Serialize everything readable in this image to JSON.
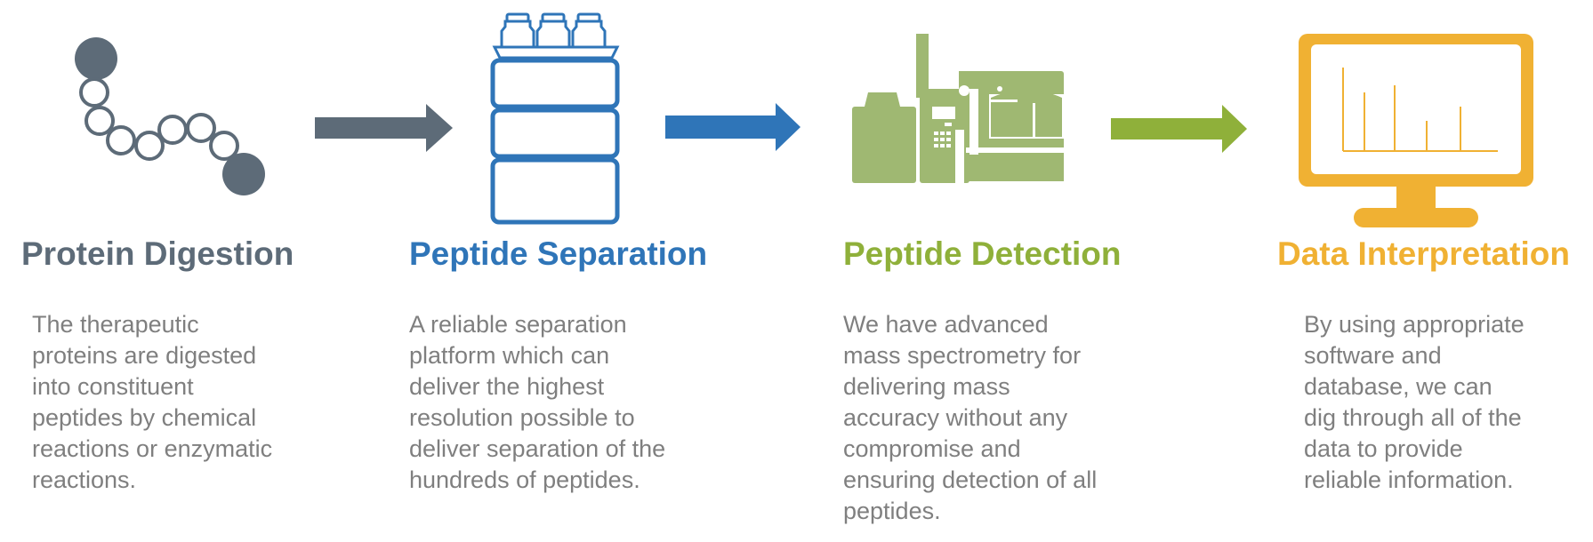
{
  "colors": {
    "digestion": "#5d6b78",
    "separation": "#2f75b8",
    "detection": "#8fb03a",
    "interpretation": "#f0b133",
    "text": "#7f7f7f",
    "instrument": "#9fb872"
  },
  "icons": [
    "peptide-chain-icon",
    "chromatography-column-icon",
    "mass-spectrometer-icon",
    "computer-monitor-icon",
    "arrow-right-icon"
  ],
  "steps": [
    {
      "title": "Protein Digestion",
      "lines": [
        "The therapeutic",
        "proteins are digested",
        "into constituent",
        "peptides by chemical",
        "reactions or enzymatic",
        "reactions."
      ]
    },
    {
      "title": "Peptide Separation",
      "lines": [
        "A reliable separation",
        "platform which can",
        "deliver the highest",
        "resolution possible to",
        "deliver separation of the",
        "hundreds of peptides."
      ]
    },
    {
      "title": "Peptide Detection",
      "lines": [
        "We have advanced",
        "mass spectrometry for",
        "delivering mass",
        "accuracy without any",
        "compromise and",
        "ensuring detection of all",
        "peptides."
      ]
    },
    {
      "title": "Data Interpretation",
      "lines": [
        "By using appropriate",
        "software and",
        "database, we can",
        "dig through all of the",
        "data to provide",
        "reliable information."
      ]
    }
  ]
}
